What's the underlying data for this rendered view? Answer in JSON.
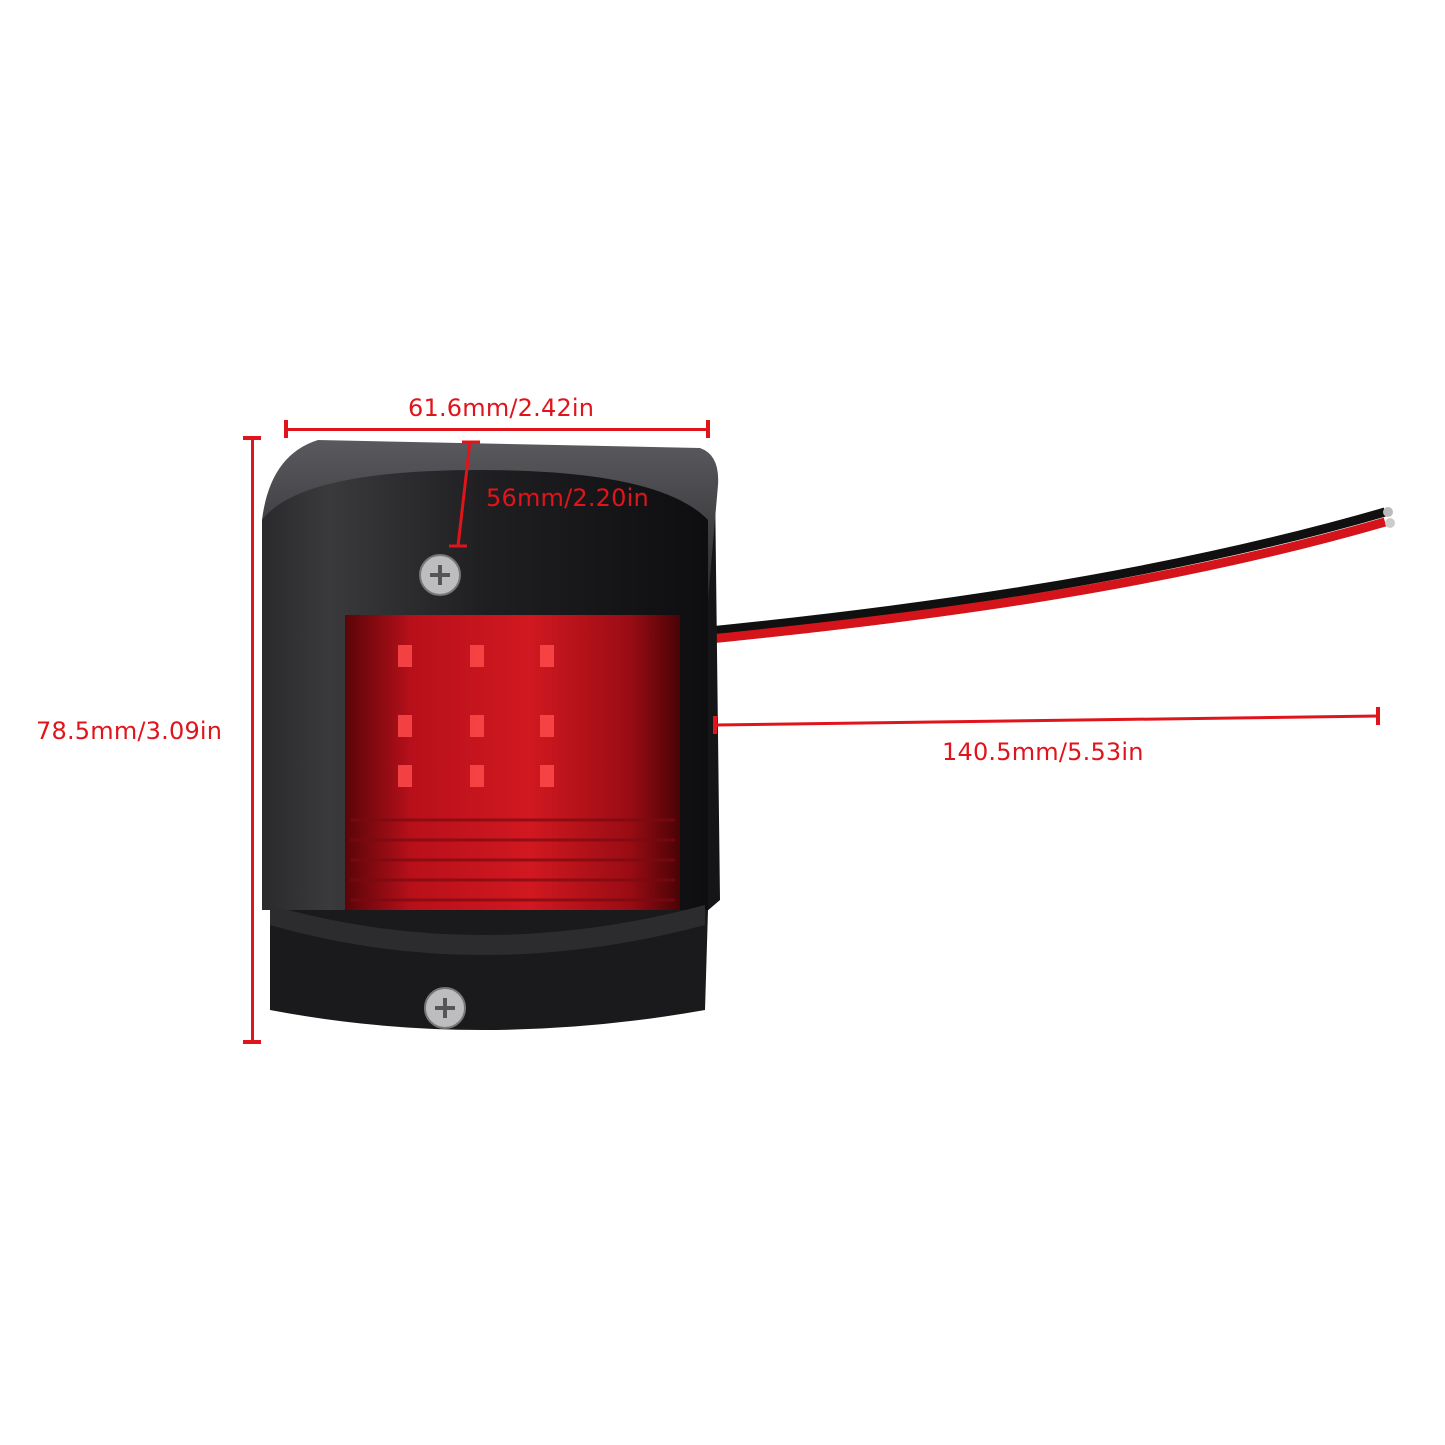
{
  "image": {
    "subject": "Red LED marine navigation side light with black housing and two-wire lead",
    "background": "#ffffff",
    "accent_color": "#e0141b"
  },
  "dimensions": {
    "width": {
      "label": "61.6mm/2.42in"
    },
    "depth": {
      "label": "56mm/2.20in"
    },
    "height": {
      "label": "78.5mm/3.09in"
    },
    "cable_length": {
      "label": "140.5mm/5.53in"
    }
  },
  "product": {
    "housing_color": "#1c1c1e",
    "lens_color": "#c0121c",
    "wire_colors": [
      "#111111",
      "#d4141a"
    ]
  }
}
